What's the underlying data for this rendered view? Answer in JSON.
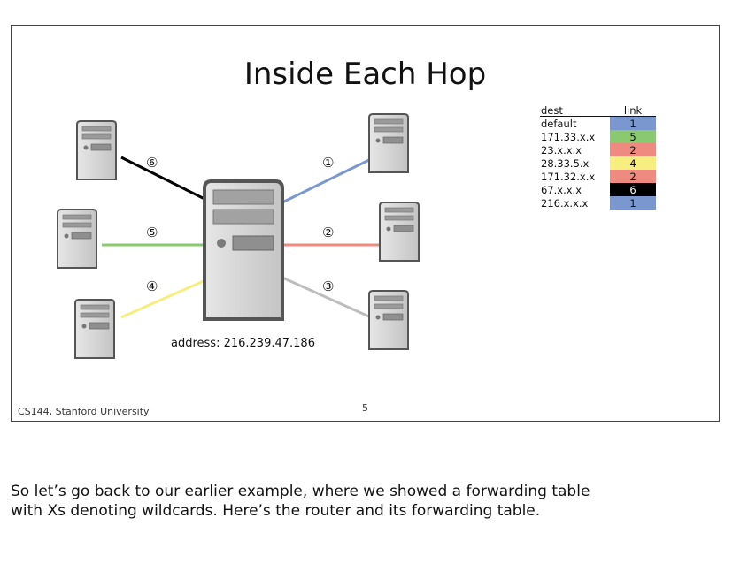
{
  "slide": {
    "title": "Inside Each Hop",
    "address": "address: 216.239.47.186",
    "footer": "CS144, Stanford University",
    "page_number": "5"
  },
  "links": [
    {
      "label": "①",
      "color": "#7b97cf"
    },
    {
      "label": "②",
      "color": "#ee8a80"
    },
    {
      "label": "③",
      "color": "#bdbdbd"
    },
    {
      "label": "④",
      "color": "#f7ee80"
    },
    {
      "label": "⑤",
      "color": "#8ac970"
    },
    {
      "label": "⑥",
      "color": "#000000"
    }
  ],
  "table": {
    "headers": {
      "dest": "dest",
      "link": "link"
    },
    "rows": [
      {
        "dest": "default",
        "link": "1",
        "color": "#7b97cf"
      },
      {
        "dest": "171.33.x.x",
        "link": "5",
        "color": "#8ac970"
      },
      {
        "dest": "23.x.x.x",
        "link": "2",
        "color": "#ee8a80"
      },
      {
        "dest": "28.33.5.x",
        "link": "4",
        "color": "#f7ee80"
      },
      {
        "dest": "171.32.x.x",
        "link": "2",
        "color": "#ee8a80"
      },
      {
        "dest": "67.x.x.x",
        "link": "6",
        "color": "#000000"
      },
      {
        "dest": "216.x.x.x",
        "link": "1",
        "color": "#7b97cf"
      }
    ]
  },
  "caption": {
    "line1": "So let’s go back to our earlier example, where we showed a forwarding table",
    "line2": "with Xs denoting wildcards. Here’s the router and its forwarding table."
  }
}
